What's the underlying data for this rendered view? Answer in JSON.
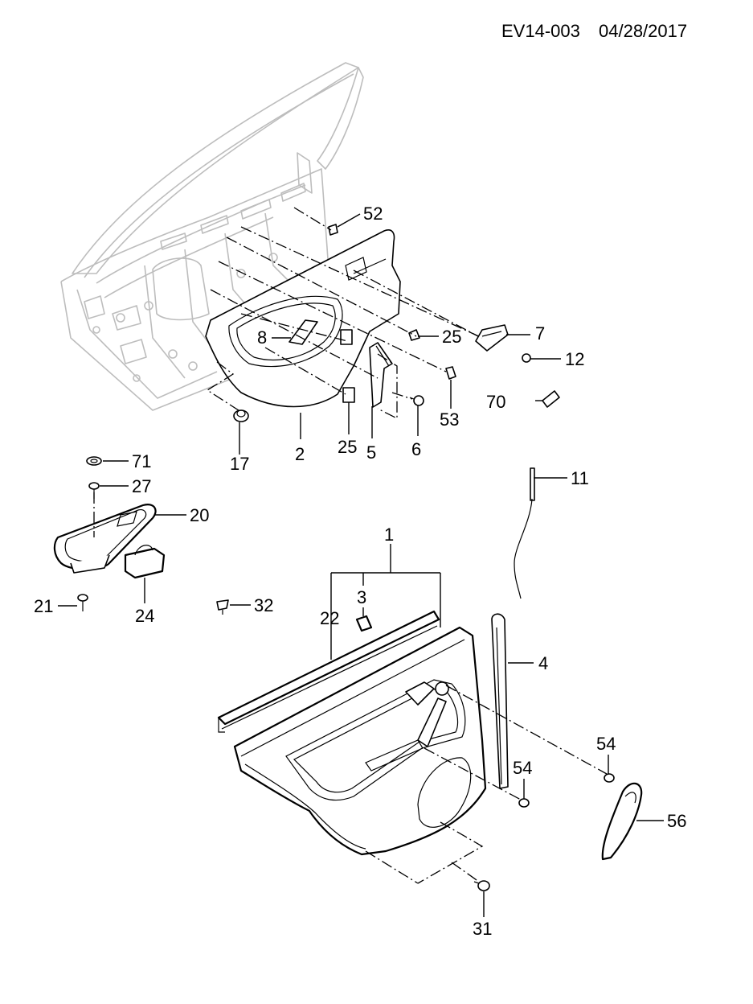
{
  "header": {
    "code": "EV14-003",
    "date": "04/28/2017"
  },
  "callouts": {
    "c1": "1",
    "c2": "2",
    "c3": "3",
    "c4": "4",
    "c5": "5",
    "c6": "6",
    "c7": "7",
    "c8": "8",
    "c11": "11",
    "c12": "12",
    "c17": "17",
    "c20": "20",
    "c21": "21",
    "c22": "22",
    "c24": "24",
    "c25a": "25",
    "c25b": "25",
    "c27": "27",
    "c31": "31",
    "c32": "32",
    "c52": "52",
    "c53": "53",
    "c54a": "54",
    "c54b": "54",
    "c56": "56",
    "c70": "70",
    "c71": "71"
  }
}
